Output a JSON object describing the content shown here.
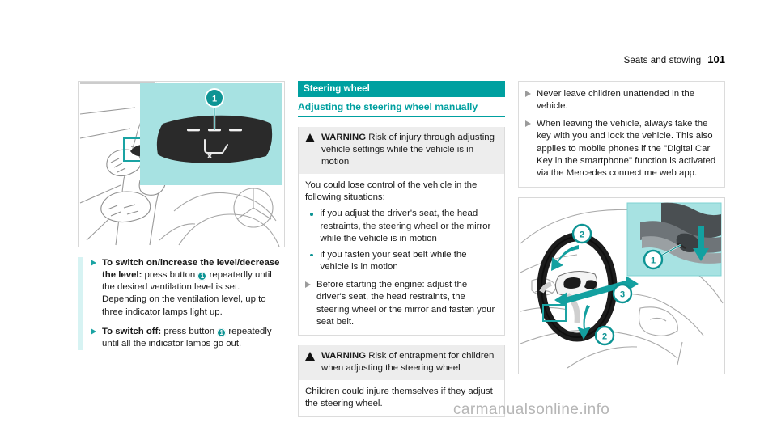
{
  "header": {
    "section": "Seats and stowing",
    "page_number": "101"
  },
  "colors": {
    "teal": "#00a0a0",
    "teal_dark": "#0d9494",
    "highlight": "#d7f3f3",
    "warning_bg": "#ededed",
    "watermark": "#b6b6b6"
  },
  "left_column": {
    "figure": {
      "name": "door-panel-seat-ventilation-button",
      "callout": "1",
      "inset_caption": "seat ventilation button"
    },
    "steps": [
      {
        "marker": "arrow-teal",
        "bold": "To switch on/increase the level/decrease the level:",
        "text_before_badge": " press button ",
        "badge": "1",
        "text_after_badge": " repeatedly until the desired ventilation level is set. Depending on the ventilation level, up to three indicator lamps light up."
      },
      {
        "marker": "arrow-teal",
        "bold": "To switch off:",
        "text_before_badge": " press button ",
        "badge": "1",
        "text_after_badge": " repeatedly until all the indicator lamps go out."
      }
    ]
  },
  "middle_column": {
    "section_title": "Steering wheel",
    "subheading": "Adjusting the steering wheel manually",
    "warning_1": {
      "label": "WARNING",
      "headline": " Risk of injury through adjusting vehicle settings while the vehicle is in motion",
      "intro": "You could lose control of the vehicle in the following situations:",
      "bullets": [
        "if you adjust the driver's seat, the head restraints, the steering wheel or the mirror while the vehicle is in motion",
        "if you fasten your seat belt while the vehicle is in motion"
      ],
      "action": "Before starting the engine: adjust the driver's seat, the head restraints, the steering wheel or the mirror and fasten your seat belt."
    },
    "warning_2": {
      "label": "WARNING",
      "headline": " Risk of entrapment for children when adjusting the steering wheel",
      "body": "Children could injure themselves if they adjust the steering wheel."
    }
  },
  "right_column": {
    "continued_actions": [
      "Never leave children unattended in the vehicle.",
      "When leaving the vehicle, always take the key with you and lock the vehicle. This also applies to mobile phones if the \"Digital Car Key in the smartphone\" function is activated via the Mercedes connect me web app."
    ],
    "figure": {
      "name": "steering-wheel-adjustment",
      "callouts": [
        "2",
        "3",
        "2",
        "1"
      ]
    }
  },
  "watermark": "carmanualsonline.info"
}
